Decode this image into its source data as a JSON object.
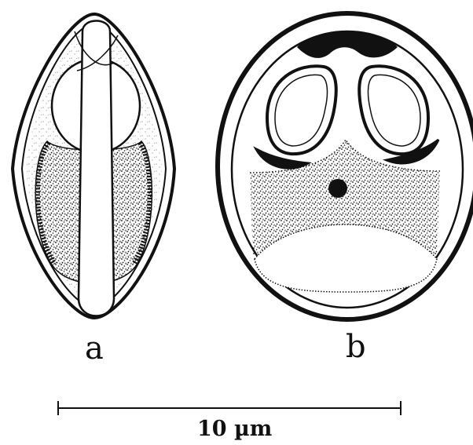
{
  "figure": {
    "panels": [
      {
        "label": "a"
      },
      {
        "label": "b"
      }
    ],
    "scale_bar": {
      "label": "10 µm"
    },
    "colors": {
      "ink": "#111111",
      "background": "#ffffff"
    }
  }
}
